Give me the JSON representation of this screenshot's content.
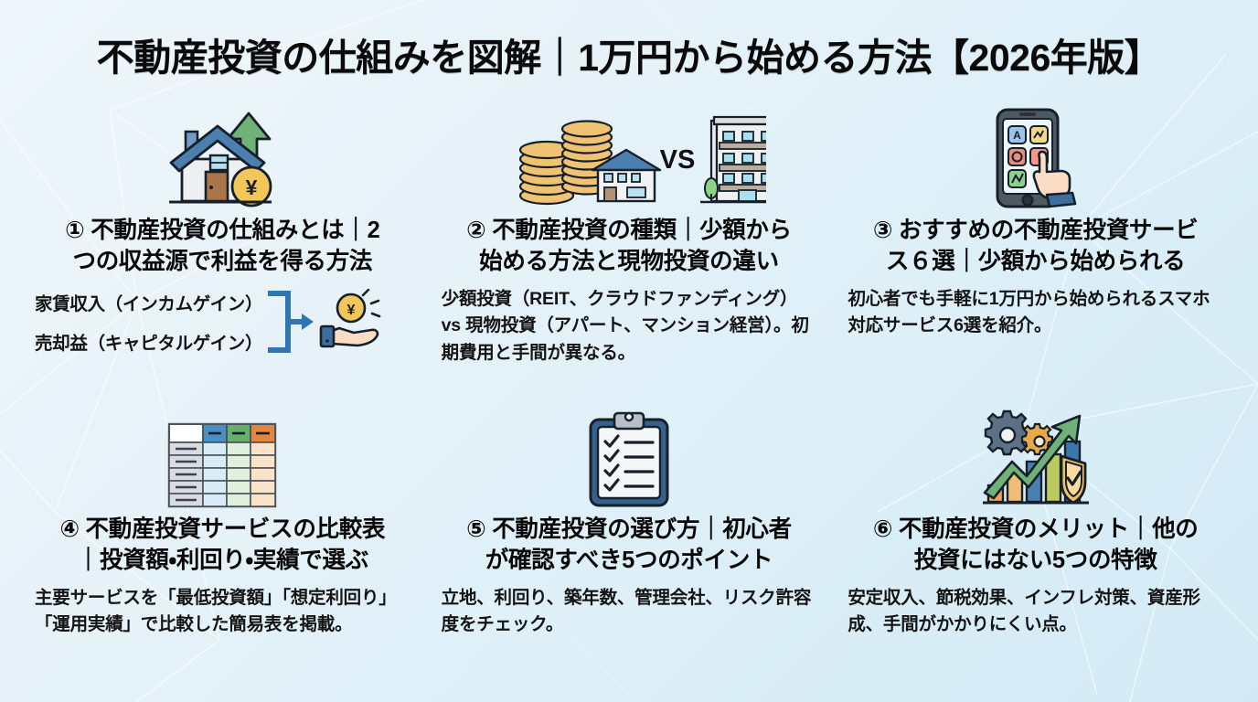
{
  "header": {
    "title": "不動産投資の仕組みを図解｜1万円から始める方法【2026年版】"
  },
  "theme": {
    "bg_start": "#eef6fa",
    "bg_end": "#d3eaf5",
    "text": "#0a0a0a",
    "accent_blue": "#2f76b5",
    "accent_green": "#6aa96e",
    "accent_orange": "#e08a3c",
    "accent_yellow": "#f2c14e",
    "polygon_line": "#ffffff"
  },
  "cards": [
    {
      "number": "①",
      "icon": "house-with-growth-arrow-and-yen-coin-icon",
      "heading": "① 不動産投資の仕組みとは｜2つの収益源で利益を得る方法",
      "heading_lines": [
        "① 不動産投資の仕組みとは｜2",
        "つの収益源で利益を得る方法"
      ],
      "layout": "flow",
      "flow": {
        "labels": [
          "家賃収入（インカムゲイン）",
          "売却益（キャピタルゲイン）"
        ],
        "connector": "bracket-arrow",
        "result_icon": "hand-holding-yen-coin-icon"
      }
    },
    {
      "number": "②",
      "icon": "coins-house-vs-apartment-building-icon",
      "heading": "② 不動産投資の種類｜少額から始める方法と現物投資の違い",
      "heading_lines": [
        "② 不動産投資の種類｜少額から",
        "始める方法と現物投資の違い"
      ],
      "layout": "paragraph",
      "body": "少額投資（REIT、クラウドファンディング）vs 現物投資（アパート、マンション経営）。初期費用と手間が異なる。",
      "vs_label": "VS"
    },
    {
      "number": "③",
      "icon": "smartphone-app-tap-icon",
      "heading": "③ おすすめの不動産投資サービス６選｜少額から始められる",
      "heading_lines": [
        "③ おすすめの不動産投資サービ",
        "ス６選｜少額から始められる"
      ],
      "layout": "paragraph",
      "body": "初心者でも手軽に1万円から始められるスマホ対応サービス6選を紹介。"
    },
    {
      "number": "④",
      "icon": "comparison-table-icon",
      "heading": "④ 不動産投資サービスの比較表｜投資額・利回り・実績で選ぶ",
      "heading_lines": [
        "④ 不動産投資サービスの比較表",
        "｜投資額・利回り・実績で選ぶ"
      ],
      "layout": "paragraph",
      "body": "主要サービスを「最低投資額」「想定利回り」「運用実績」で比較した簡易表を掲載。"
    },
    {
      "number": "⑤",
      "icon": "clipboard-checklist-icon",
      "heading": "⑤ 不動産投資の選び方｜初心者が確認すべき5つのポイント",
      "heading_lines": [
        "⑤ 不動産投資の選び方｜初心者",
        "が確認すべき5つのポイント"
      ],
      "layout": "paragraph",
      "body": "立地、利回り、築年数、管理会社、リスク許容度をチェック。"
    },
    {
      "number": "⑥",
      "icon": "growth-chart-gears-shield-icon",
      "heading": "⑥ 不動産投資のメリット｜他の投資にはない5つの特徴",
      "heading_lines": [
        "⑥ 不動産投資のメリット｜他の",
        "投資にはない5つの特徴"
      ],
      "layout": "paragraph",
      "body": "安定収入、節税効果、インフレ対策、資産形成、手間がかかりにくい点。"
    }
  ]
}
